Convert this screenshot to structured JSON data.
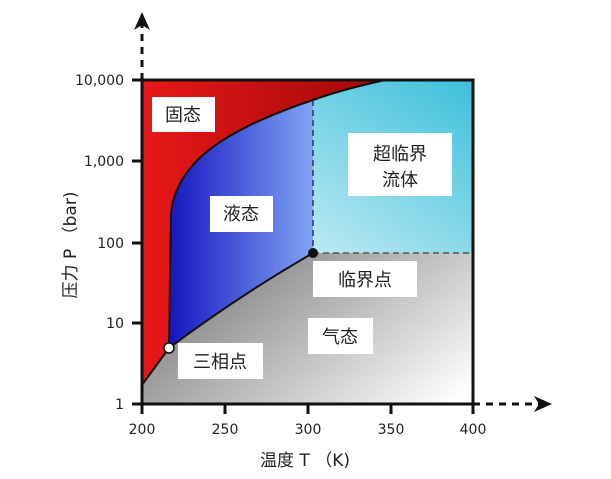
{
  "axes": {
    "x_label": "温度 T （K)",
    "y_label": "压力 P （bar)",
    "x_ticks": [
      "200",
      "250",
      "300",
      "350",
      "400"
    ],
    "y_ticks": [
      "10,000",
      "1,000",
      "100",
      "10",
      "1"
    ]
  },
  "regions": {
    "solid": "固态",
    "liquid": "液态",
    "supercritical_line1": "超临界",
    "supercritical_line2": "流体",
    "gas": "气态"
  },
  "points": {
    "critical": "临界点",
    "triple": "三相点"
  },
  "colors": {
    "solid": "#e01414",
    "liquid": "#2a2ad0",
    "supercritical": "#45c3dc",
    "gas": "#8a8a8a"
  }
}
